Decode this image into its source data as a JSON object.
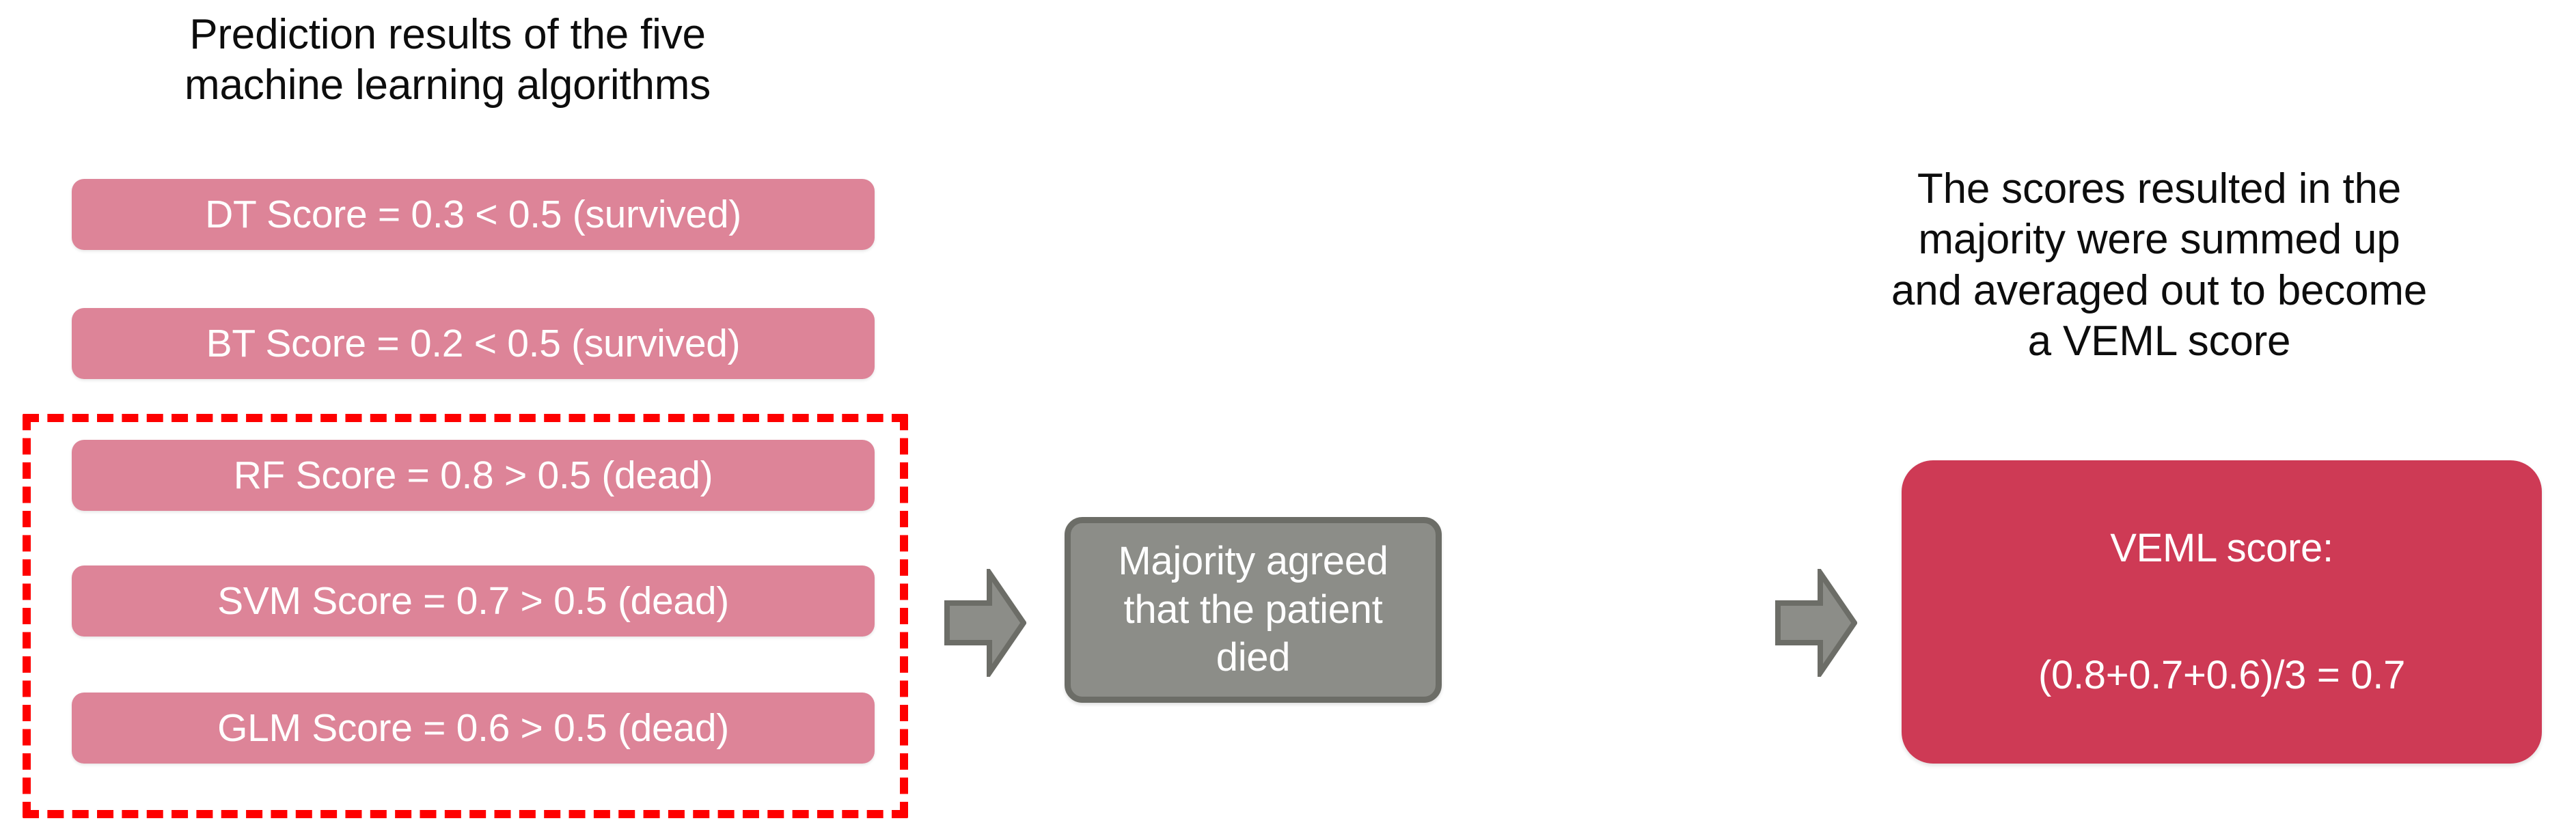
{
  "left": {
    "caption_lines": [
      "Prediction results of the five",
      "machine learning algorithms"
    ],
    "scores": [
      {
        "id": "dt",
        "label": "DT Score = 0.3 < 0.5 (survived)",
        "algorithm": "DT",
        "score": 0.3,
        "threshold": 0.5,
        "comparison": "<",
        "outcome": "survived",
        "in_majority": false
      },
      {
        "id": "bt",
        "label": "BT Score = 0.2 < 0.5 (survived)",
        "algorithm": "BT",
        "score": 0.2,
        "threshold": 0.5,
        "comparison": "<",
        "outcome": "survived",
        "in_majority": false
      },
      {
        "id": "rf",
        "label": "RF Score = 0.8 > 0.5 (dead)",
        "algorithm": "RF",
        "score": 0.8,
        "threshold": 0.5,
        "comparison": ">",
        "outcome": "dead",
        "in_majority": true
      },
      {
        "id": "svm",
        "label": "SVM Score = 0.7 > 0.5 (dead)",
        "algorithm": "SVM",
        "score": 0.7,
        "threshold": 0.5,
        "comparison": ">",
        "outcome": "dead",
        "in_majority": true
      },
      {
        "id": "glm",
        "label": "GLM Score = 0.6 > 0.5 (dead)",
        "algorithm": "GLM",
        "score": 0.6,
        "threshold": 0.5,
        "comparison": ">",
        "outcome": "dead",
        "in_majority": true
      }
    ]
  },
  "middle": {
    "label": "Majority agreed that the patient died"
  },
  "right": {
    "caption_lines": [
      "The scores resulted in the",
      "majority were summed up",
      "and averaged out to become",
      "a VEML score"
    ],
    "veml_title": "VEML score:",
    "veml_formula": "(0.8+0.7+0.6)/3 = 0.7"
  },
  "colors": {
    "score_box": "#dd8498",
    "veml_box": "#ce3a55",
    "gray_box": "#8c8d88",
    "gray_box_border": "#6c6d67",
    "highlight_dashed": "#fe0000",
    "arrow_fill": "#8c8d88",
    "arrow_stroke": "#6c6d67",
    "text_dark": "#0d0d0d",
    "text_light": "#ffffff",
    "background": "#ffffff"
  }
}
